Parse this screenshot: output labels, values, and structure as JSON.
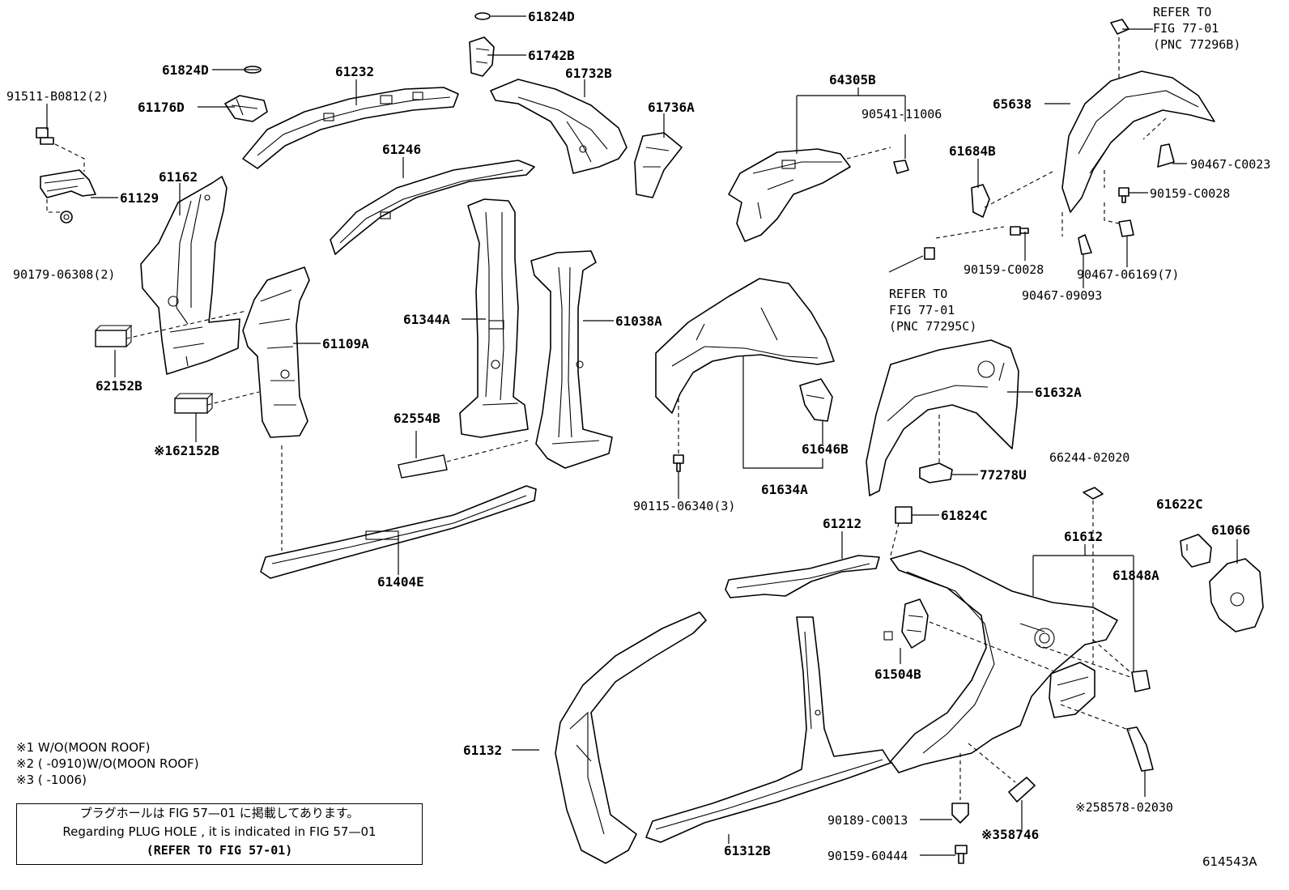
{
  "labels": {
    "p61824D_top": "61824D",
    "p61742B": "61742B",
    "p61824D_left": "61824D",
    "p61232": "61232",
    "p61732B": "61732B",
    "p61736A": "61736A",
    "p91511": "91511-B0812(2)",
    "p61176D": "61176D",
    "p61162": "61162",
    "p61129": "61129",
    "p90179": "90179-06308(2)",
    "p61246": "61246",
    "p62152B": "62152B",
    "p62152B_alt": "※162152B",
    "p61109A": "61109A",
    "p61344A": "61344A",
    "p61038A": "61038A",
    "p62554B": "62554B",
    "p61404E": "61404E",
    "p64305B": "64305B",
    "p90541": "90541-11006",
    "p61684B": "61684B",
    "p65638": "65638",
    "p90467_C0023": "90467-C0023",
    "p90159_C0028_r": "90159-C0028",
    "p90159_C0028_l": "90159-C0028",
    "p90467_06169": "90467-06169(7)",
    "p90467_09093": "90467-09093",
    "p61632A": "61632A",
    "p61646B": "61646B",
    "p61634A": "61634A",
    "p90115": "90115-06340(3)",
    "p77278U": "77278U",
    "p66244": "66244-02020",
    "p61824C": "61824C",
    "p61622C": "61622C",
    "p61066": "61066",
    "p61212": "61212",
    "p61612": "61612",
    "p61848A": "61848A",
    "p61504B": "61504B",
    "p61132": "61132",
    "p61312B": "61312B",
    "p90189": "90189-C0013",
    "p90159_60444": "90159-60444",
    "p58746": "※358746",
    "p58578": "※258578-02030"
  },
  "refers": {
    "top_right": [
      "REFER TO",
      "FIG 77-01",
      "(PNC 77296B)"
    ],
    "mid_right": [
      "REFER TO",
      "FIG 77-01",
      "(PNC 77295C)"
    ]
  },
  "notes": [
    "※1 W/O(MOON ROOF)",
    "※2 (        -0910)W/O(MOON ROOF)",
    "※3 (        -1006)"
  ],
  "plug_box": {
    "line1": "プラグホールは FIG 57—01 に掲載してあります。",
    "line2": "Regarding  PLUG  HOLE , it is indicated in  FIG  57—01",
    "line3": "(REFER TO FIG 57-01)"
  },
  "figure_id": "614543A"
}
